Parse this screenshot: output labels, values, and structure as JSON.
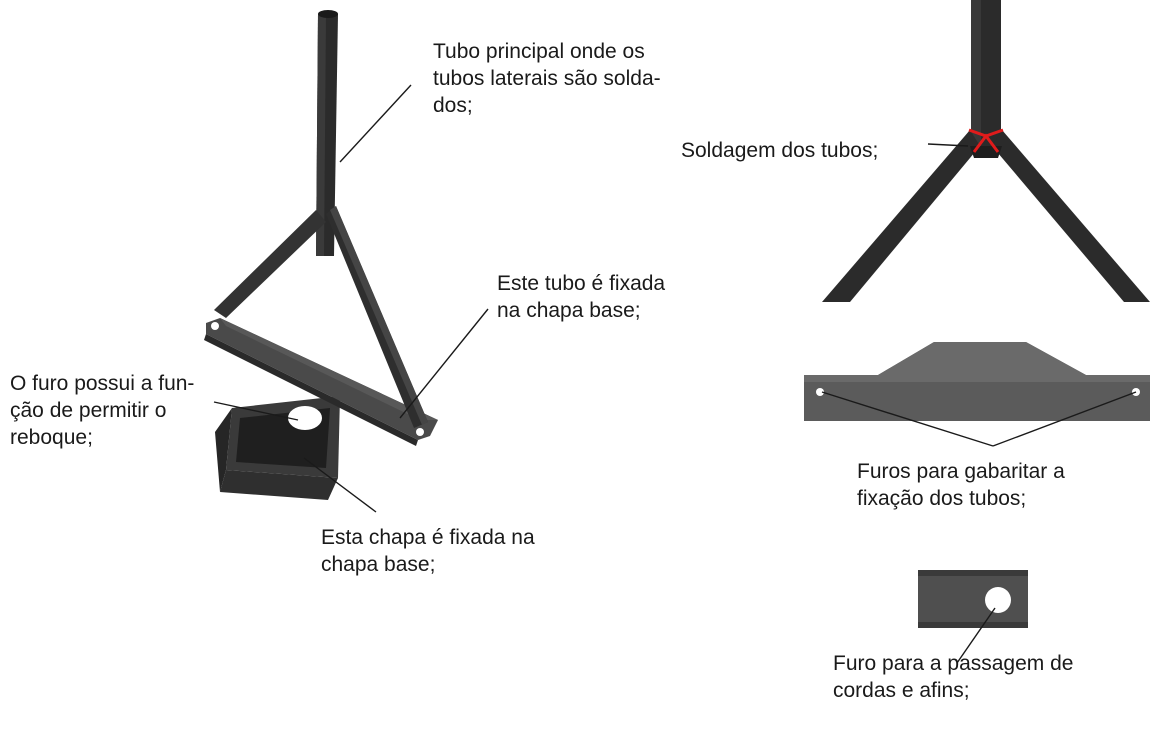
{
  "labels": {
    "tubo_principal": [
      "Tubo principal onde os",
      "tubos laterais são solda-",
      "dos;"
    ],
    "este_tubo": [
      "Este tubo é fixada",
      "na chapa base;"
    ],
    "furo_reboque": [
      "O furo possui a fun-",
      "ção de permitir o",
      "reboque;"
    ],
    "esta_chapa": [
      "Esta chapa é fixada na",
      "chapa base;"
    ],
    "soldagem": [
      "Soldagem dos tubos;"
    ],
    "furos_gabaritar": [
      "Furos para gabaritar a",
      "fixação dos tubos;"
    ],
    "furo_passagem": [
      "Furo para a passagem de",
      "cordas e afins;"
    ]
  },
  "colors": {
    "metal_dark": "#2b2b2b",
    "metal_mid": "#3d3d3d",
    "metal_light": "#505050",
    "plate": "#5a5a5a",
    "weld_highlight": "#e01b1b",
    "leader_line": "#1a1a1a"
  }
}
